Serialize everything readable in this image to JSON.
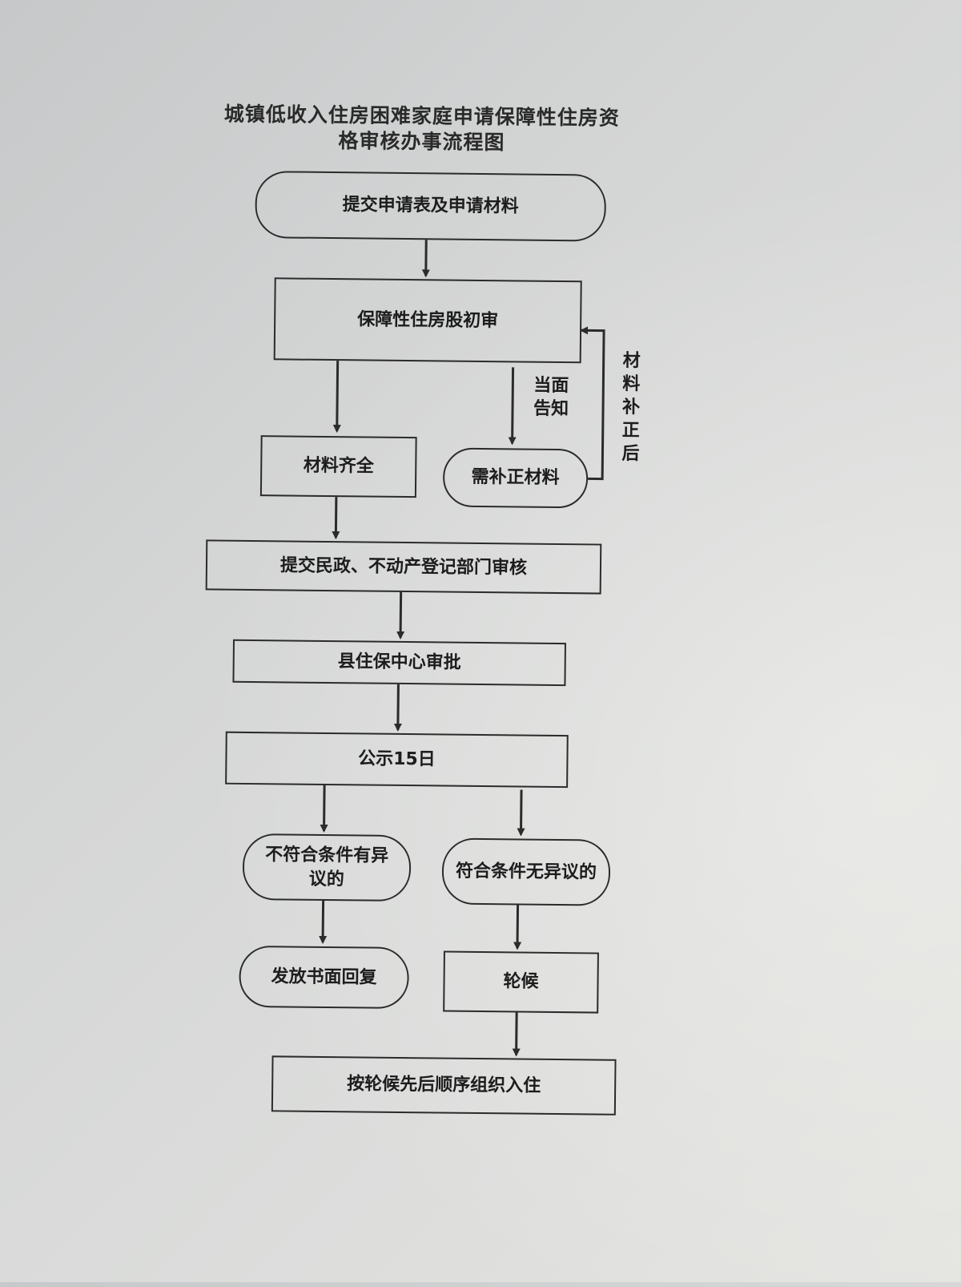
{
  "title": {
    "line1": "城镇低收入住房困难家庭申请保障性住房资",
    "line2": "格审核办事流程图"
  },
  "nodes": {
    "submit": "提交申请表及申请材料",
    "initial_review": "保障性住房股初审",
    "materials_complete": "材料齐全",
    "need_correction": "需补正材料",
    "civil_affairs_review": "提交民政、不动产登记部门审核",
    "county_approval": "县住保中心审批",
    "public_notice": "公示15日",
    "objection": "不符合条件有异议的",
    "no_objection": "符合条件无异议的",
    "written_reply": "发放书面回复",
    "waitlist": "轮候",
    "move_in": "按轮候先后顺序组织入住"
  },
  "edge_labels": {
    "notify_in_person": "当面告知",
    "after_correction": "材料补正后"
  },
  "colors": {
    "ink": "#2b2b2b",
    "paper": "#d4d5d5"
  }
}
